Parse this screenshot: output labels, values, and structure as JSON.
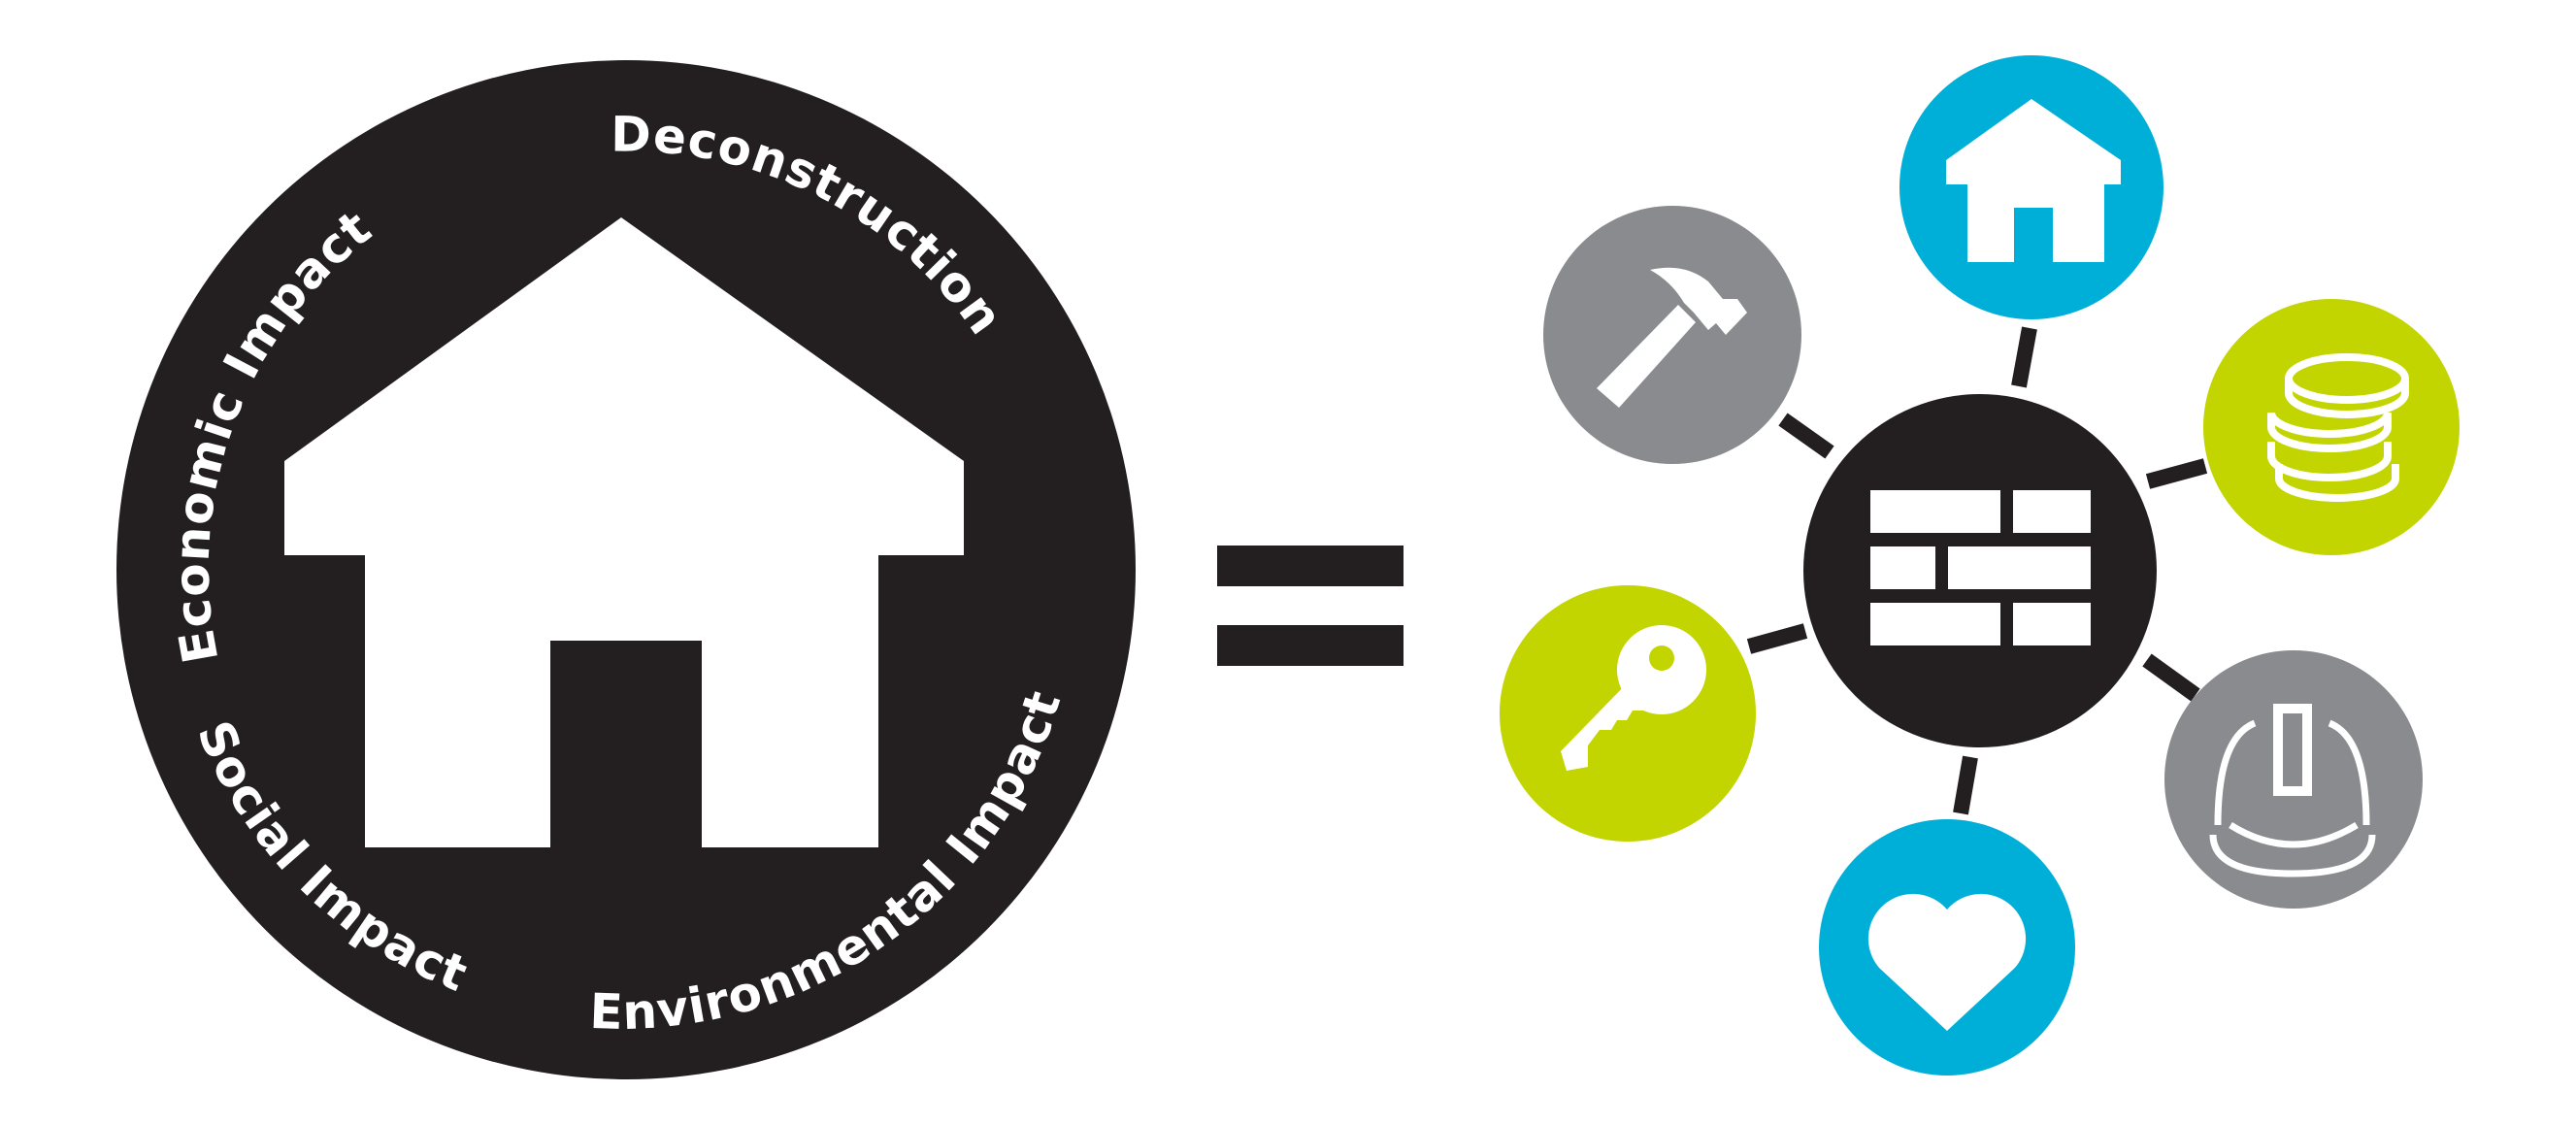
{
  "diagram": {
    "ring_labels": {
      "economic": "Economic Impact",
      "deconstruction": "Deconstruction",
      "environmental": "Environmental Impact",
      "social": "Social Impact"
    },
    "equals_sign": "=",
    "satellites": [
      {
        "icon": "house-icon",
        "color": "#00afd8"
      },
      {
        "icon": "coins-icon",
        "color": "#c2d500"
      },
      {
        "icon": "hardhat-icon",
        "color": "#898b8e"
      },
      {
        "icon": "heart-icon",
        "color": "#00afd8"
      },
      {
        "icon": "key-icon",
        "color": "#c2d500"
      },
      {
        "icon": "hammer-icon",
        "color": "#898b8e"
      }
    ],
    "hub_icon": "brick-wall-icon"
  },
  "colors": {
    "dark": "#231f20",
    "blue": "#00afd8",
    "lime": "#c2d500",
    "gray": "#898b8e",
    "white": "#ffffff"
  }
}
